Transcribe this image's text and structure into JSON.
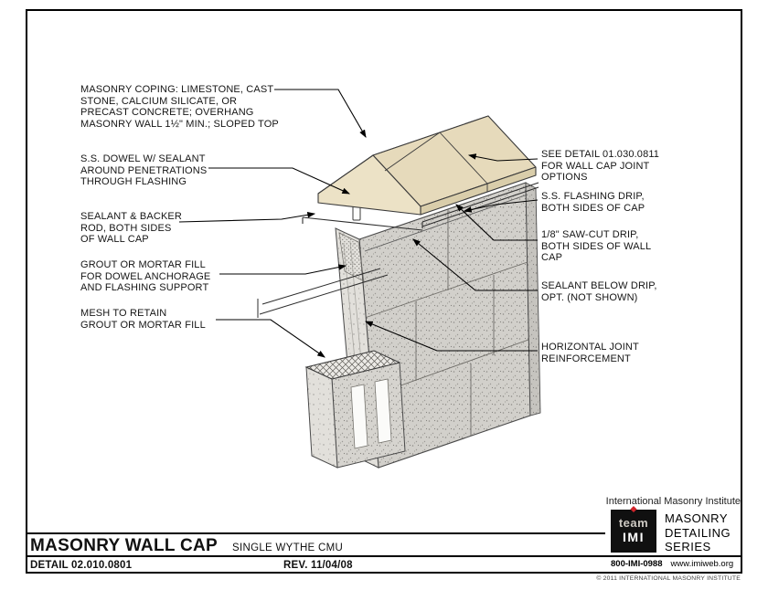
{
  "callouts_left": [
    {
      "text": "MASONRY COPING: LIMESTONE, CAST\nSTONE,  CALCIUM SILICATE, OR\nPRECAST CONCRETE; OVERHANG\nMASONRY WALL 1½\" MIN.; SLOPED TOP"
    },
    {
      "text": "S.S. DOWEL W/ SEALANT\nAROUND PENETRATIONS\nTHROUGH FLASHING"
    },
    {
      "text": "SEALANT & BACKER\nROD, BOTH SIDES\nOF WALL CAP"
    },
    {
      "text": "GROUT OR MORTAR FILL\nFOR DOWEL ANCHORAGE\nAND FLASHING SUPPORT"
    },
    {
      "text": "MESH TO RETAIN\nGROUT OR MORTAR FILL"
    }
  ],
  "callouts_right": [
    {
      "text": "SEE DETAIL 01.030.0811\nFOR WALL CAP JOINT\nOPTIONS"
    },
    {
      "text": "S.S. FLASHING DRIP,\nBOTH SIDES OF CAP"
    },
    {
      "text": "1/8\" SAW-CUT DRIP,\nBOTH SIDES OF WALL\nCAP"
    },
    {
      "text": "SEALANT BELOW DRIP,\nOPT. (NOT SHOWN)"
    },
    {
      "text": "HORIZONTAL JOINT\nREINFORCEMENT"
    }
  ],
  "title_block": {
    "title": "MASONRY WALL CAP",
    "subtitle": "SINGLE WYTHE CMU",
    "detail_label": "DETAIL 02.010.0801",
    "revision": "REV. 11/04/08"
  },
  "branding": {
    "institute": "International Masonry Institute",
    "logo_team": "team",
    "logo_imi": "IMI",
    "series": "MASONRY\nDETAILING\nSERIES",
    "phone": "800-IMI-0988",
    "website": "www.imiweb.org",
    "copyright": "© 2011 INTERNATIONAL MASONRY INSTITUTE"
  },
  "colors": {
    "cap_tan": "#e9dfc2",
    "wall_gray": "#d2d0cb",
    "accent_red": "#d2232a",
    "line_black": "#111111"
  }
}
